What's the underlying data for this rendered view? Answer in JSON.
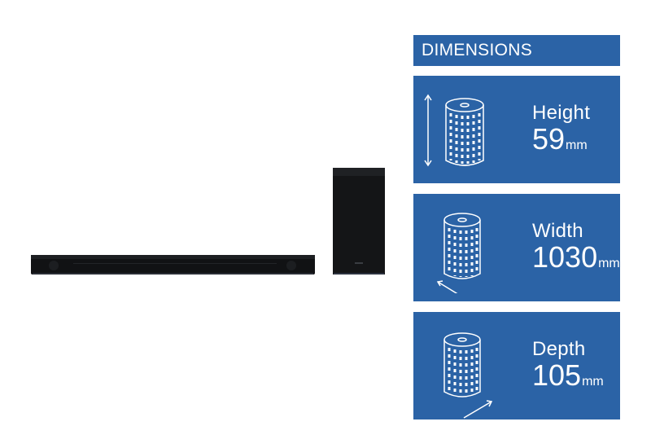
{
  "dimensions": {
    "title": "DIMENSIONS",
    "height": {
      "label": "Height",
      "value": "59",
      "unit": "mm"
    },
    "width": {
      "label": "Width",
      "value": "1030",
      "unit": "mm"
    },
    "depth": {
      "label": "Depth",
      "value": "105",
      "unit": "mm"
    }
  },
  "colors": {
    "panel_blue": "#2b63a6",
    "product_black": "#111214"
  },
  "icons": [
    "speaker-cylinder-icon",
    "height-arrow-icon",
    "width-arrow-icon",
    "depth-arrow-icon"
  ]
}
